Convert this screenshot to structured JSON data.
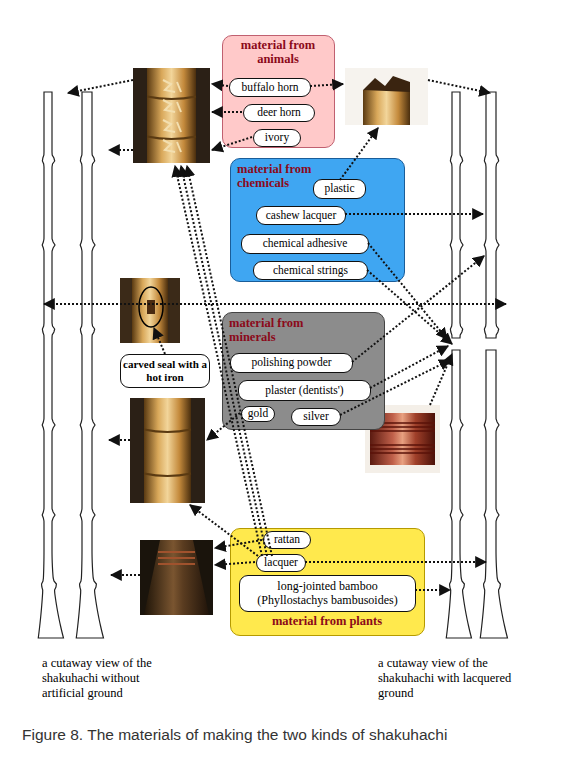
{
  "diagram": {
    "caption": "Figure 8. The materials of making the two kinds of shakuhachi",
    "nodes": [
      {
        "text": [
          "material from animals"
        ]
      },
      {
        "text": [
          "buffalo horn"
        ],
        "in": 0
      },
      {
        "text": [
          "deer horn"
        ],
        "in": 0
      },
      {
        "text": [
          "ivory"
        ],
        "in": 0
      },
      {
        "text": [
          "material from chemicals"
        ]
      },
      {
        "text": [
          "plastic"
        ],
        "in": 4
      },
      {
        "text": [
          "cashew lacquer"
        ],
        "in": 4
      },
      {
        "text": [
          "chemical adhesive"
        ],
        "in": 4
      },
      {
        "text": [
          "chemical strings"
        ],
        "in": 4
      },
      {
        "text": [
          "material from minerals"
        ]
      },
      {
        "text": [
          "polishing powder"
        ],
        "in": 9
      },
      {
        "text": [
          "plaster (dentists')"
        ],
        "in": 9
      },
      {
        "text": [
          "gold"
        ],
        "in": 9
      },
      {
        "text": [
          "silver"
        ],
        "in": 9
      },
      {
        "text": [
          "carved seal with a hot iron"
        ]
      },
      {
        "text": [
          "material from plants"
        ]
      },
      {
        "text": [
          "rattan"
        ],
        "in": 15
      },
      {
        "text": [
          "lacquer"
        ],
        "in": 15
      },
      {
        "text": [
          "long-jointed bamboo (Phyllostachys bambusoides)"
        ],
        "in": 15
      }
    ],
    "labels": [
      "a cutaway view of the shakuhachi without artificial ground",
      "a cutaway view of the shakuhachi with lacquered ground"
    ]
  }
}
